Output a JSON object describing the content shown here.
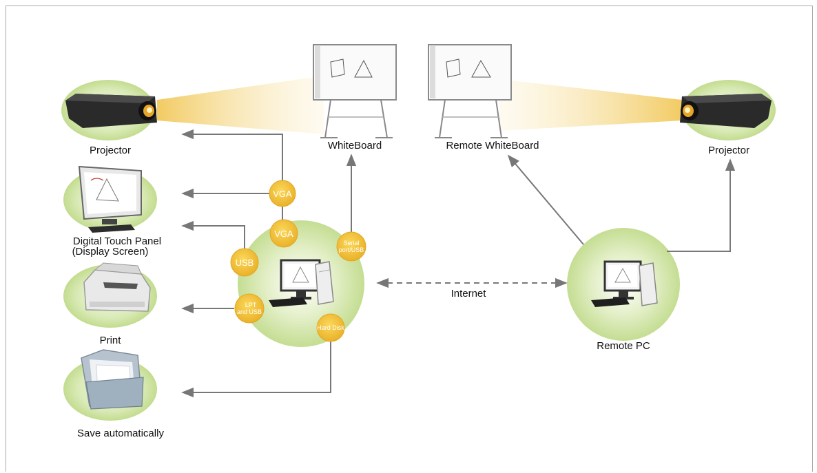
{
  "nodes": {
    "projector_left": "Projector",
    "whiteboard": "WhiteBoard",
    "remote_whiteboard": "Remote WhiteBoard",
    "projector_right": "Projector",
    "touch_panel_line1": "Digital Touch Panel",
    "touch_panel_line2": "(Display Screen)",
    "print": "Print",
    "save": "Save automatically",
    "remote_pc": "Remote PC",
    "internet": "Internet"
  },
  "badges": {
    "vga_top": "VGA",
    "vga_bottom": "VGA",
    "usb": "USB",
    "serial_line1": "Serial",
    "serial_line2": "port/USB",
    "lpt_line1": "LPT",
    "lpt_line2": "and USB",
    "hard_disk": "Hard Disk"
  },
  "colors": {
    "badge": "#f3c02e",
    "halo": "#cfe4a7",
    "beam": "#f6d98a",
    "arrow": "#777777"
  }
}
